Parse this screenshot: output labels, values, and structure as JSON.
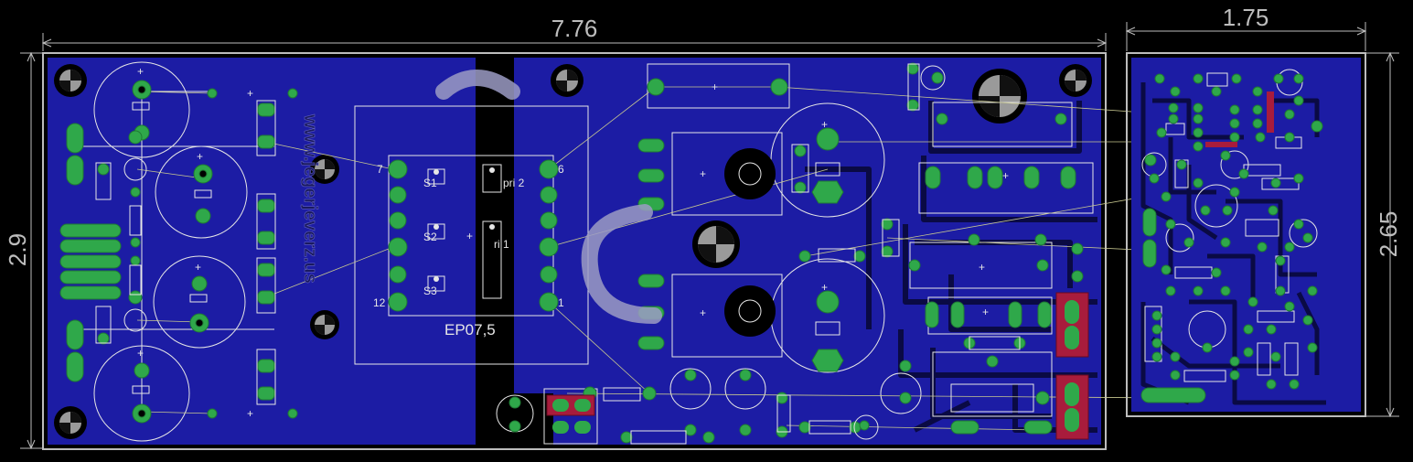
{
  "dimensions": {
    "main_width": "7.76",
    "main_height": "2.9",
    "aux_width": "1.75",
    "aux_height": "2.65"
  },
  "transformer": {
    "name": "EP07,5",
    "pin_7": "7",
    "pin_6": "6",
    "pin_12": "12",
    "pin_1": "1",
    "s1": "S1",
    "s2": "S2",
    "s3": "S3",
    "pri2": "pri 2",
    "pri1": "ri 1"
  },
  "board_text": "www.jegerjeverz.us",
  "colors": {
    "background": "#000000",
    "copper": "#1c1ca4",
    "trace": "#0a0a44",
    "pad": "#2fa84a",
    "silk": "#e6e6e6",
    "dimension": "#bdbdbd",
    "top_copper": "#a81c3c"
  }
}
